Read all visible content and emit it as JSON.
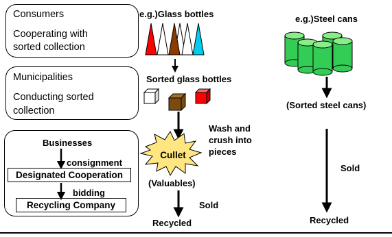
{
  "left_panel": {
    "consumers": {
      "title": "Consumers",
      "line1": "Cooperating with",
      "line2": "sorted collection"
    },
    "municipalities": {
      "title": "Municipalities",
      "line1": "Conducting sorted",
      "line2": "collection"
    },
    "businesses": {
      "title": "Businesses",
      "consignment_label": "consignment",
      "designated_cooperation": "Designated Cooperation",
      "bidding_label": "bidding",
      "recycling_company": "Recycling Company"
    }
  },
  "glass_flow": {
    "example": "e.g.)Glass bottles",
    "sorted": "Sorted glass bottles",
    "process_line1": "Wash and",
    "process_line2": "crush into",
    "process_line3": "pieces",
    "cullet": "Cullet",
    "valuables": "(Valuables)",
    "sold": "Sold",
    "recycled": "Recycled",
    "bottle_colors": [
      "#ff0000",
      "#ffffff",
      "#8b3a00",
      "#00ccee"
    ],
    "cube_colors": [
      "#ffffff",
      "#7a4a10",
      "#ff0000"
    ],
    "burst_color": "#ffe680"
  },
  "steel_flow": {
    "example": "e.g.)Steel cans",
    "sorted": "(Sorted steel cans)",
    "sold": "Sold",
    "recycled": "Recycled",
    "can_color": "#33cc55",
    "can_top_color": "#88ee88"
  }
}
